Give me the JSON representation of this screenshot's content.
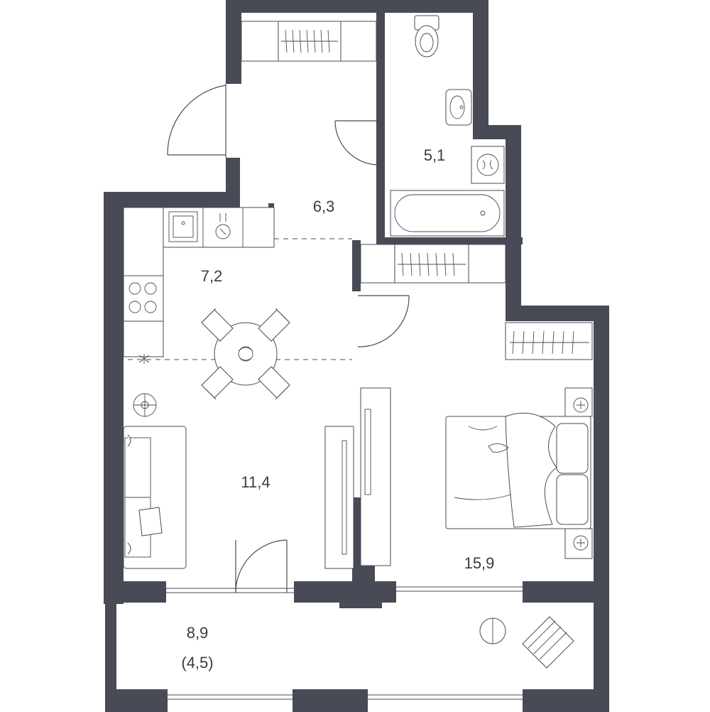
{
  "plan": {
    "colors": {
      "wall": "#484a56",
      "line": "#484a56",
      "background": "#ffffff"
    },
    "rooms": [
      {
        "id": "hall",
        "area": "6,3"
      },
      {
        "id": "bathroom",
        "area": "5,1"
      },
      {
        "id": "kitchen",
        "area": "7,2"
      },
      {
        "id": "living",
        "area": "11,4"
      },
      {
        "id": "bedroom",
        "area": "15,9"
      },
      {
        "id": "balcony",
        "area": "8,9",
        "sub": "(4,5)"
      }
    ],
    "icons": [
      "wardrobe-icon",
      "toilet-icon",
      "sink-icon",
      "washing-machine-icon",
      "bathtub-icon",
      "stove-icon",
      "kitchen-sink-icon",
      "table-icon",
      "chair-icon",
      "sofa-icon",
      "bed-icon",
      "nightstand-icon",
      "tv-icon",
      "door-icon",
      "window-icon",
      "deck-chair-icon"
    ]
  }
}
